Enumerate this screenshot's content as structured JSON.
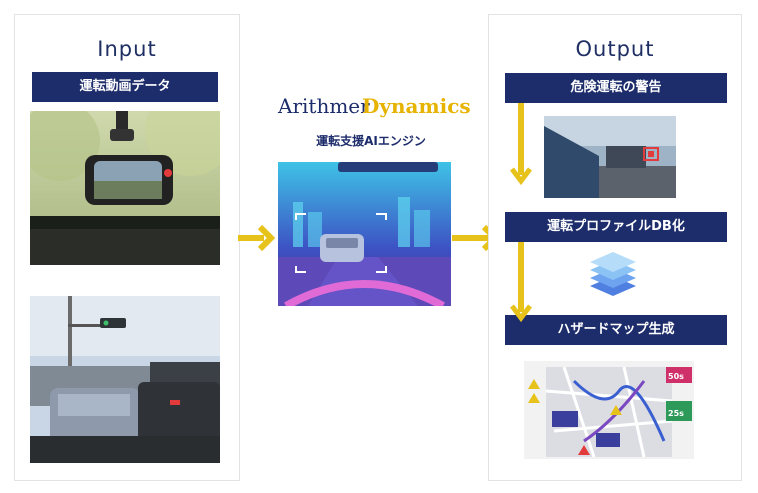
{
  "input": {
    "title": "Input",
    "label": "運転動画データ"
  },
  "center": {
    "brand_part1": "Arithmer",
    "brand_part2": "Dynamics",
    "engine_label": "運転支援AIエンジン"
  },
  "output": {
    "title": "Output",
    "step1_label": "危険運転の警告",
    "step2_label": "運転プロファイルDB化",
    "step3_label": "ハザードマップ生成",
    "map_badge1": "50s",
    "map_badge2": "25s"
  },
  "colors": {
    "navy": "#1d2c6b",
    "arrow_yellow": "#e6c21a",
    "accent_red": "#e33b3b"
  }
}
